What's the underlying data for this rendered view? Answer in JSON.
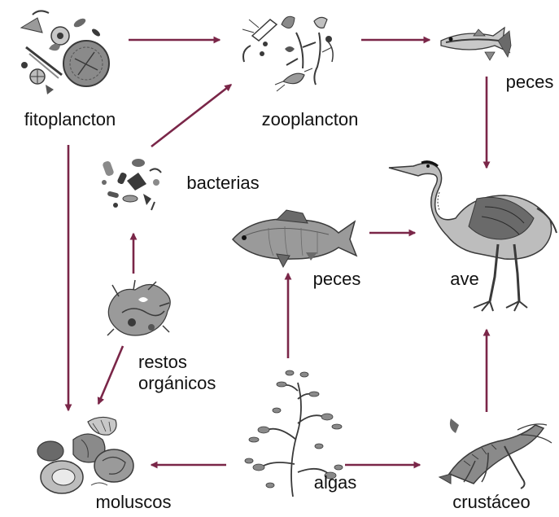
{
  "colors": {
    "arrow": "#7a2648",
    "illustration_dark": "#3a3a3a",
    "illustration_mid": "#8a8a8a",
    "illustration_light": "#c8c8c8"
  },
  "nodes": {
    "fitoplancton": {
      "label": "fitoplancton",
      "icon": "phytoplankton-icon"
    },
    "zooplancton": {
      "label": "zooplancton",
      "icon": "zooplankton-icon"
    },
    "peces_top": {
      "label": "peces",
      "icon": "small-fish-icon"
    },
    "bacterias": {
      "label": "bacterias",
      "icon": "bacteria-icon"
    },
    "peces_mid": {
      "label": "peces",
      "icon": "carp-fish-icon"
    },
    "ave": {
      "label": "ave",
      "icon": "heron-icon"
    },
    "restos": {
      "label_line1": "restos",
      "label_line2": "orgánicos",
      "icon": "organic-debris-icon"
    },
    "moluscos": {
      "label": "moluscos",
      "icon": "mollusc-icon"
    },
    "algas": {
      "label": "algas",
      "icon": "algae-icon"
    },
    "crustaceo": {
      "label": "crustáceo",
      "icon": "crayfish-icon"
    }
  },
  "edges": [
    {
      "from": "fitoplancton",
      "to": "zooplancton"
    },
    {
      "from": "zooplancton",
      "to": "peces_top"
    },
    {
      "from": "peces_top",
      "to": "ave"
    },
    {
      "from": "bacterias",
      "to": "zooplancton"
    },
    {
      "from": "fitoplancton",
      "to": "moluscos"
    },
    {
      "from": "restos",
      "to": "bacterias"
    },
    {
      "from": "restos",
      "to": "moluscos"
    },
    {
      "from": "peces_mid",
      "to": "ave"
    },
    {
      "from": "algas",
      "to": "peces_mid"
    },
    {
      "from": "algas",
      "to": "moluscos"
    },
    {
      "from": "algas",
      "to": "crustaceo"
    },
    {
      "from": "crustaceo",
      "to": "ave"
    }
  ]
}
